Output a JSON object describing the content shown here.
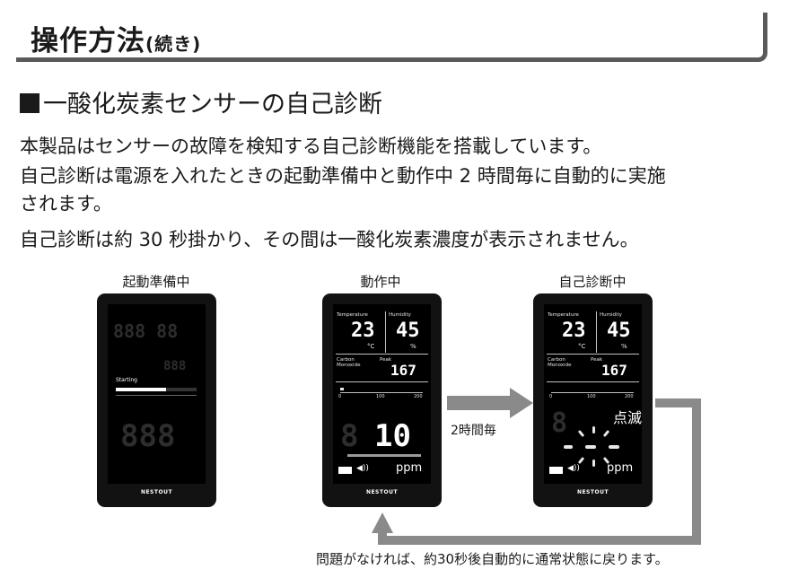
{
  "header": {
    "title": "操作方法",
    "title_suffix": "(続き)"
  },
  "section_title": "一酸化炭素センサーの自己診断",
  "paragraphs": [
    "本製品はセンサーの故障を検知する自己診断機能を搭載しています。",
    "自己診断は電源を入れたときの起動準備中と動作中 2 時間毎に自動的に実施",
    "されます。",
    "自己診断は約 30 秒掛かり、その間は一酸化炭素濃度が表示されません。"
  ],
  "panels": [
    {
      "caption": "起動準備中",
      "brand": "NESTOUT",
      "status_text": "Starting",
      "progress": 0.62
    },
    {
      "caption": "動作中",
      "brand": "NESTOUT",
      "temperature_label": "Temperature",
      "temperature_value": "23",
      "temperature_unit": "°C",
      "humidity_label": "Humidity",
      "humidity_value": "45",
      "humidity_unit": "%",
      "co_label_line1": "Carbon",
      "co_label_line2": "Monoxide",
      "peak_label": "Peak",
      "peak_value": "167",
      "scale_ticks": [
        "0",
        "100",
        "200"
      ],
      "co_value": "10",
      "co_unit": "ppm"
    },
    {
      "caption": "自己診断中",
      "brand": "NESTOUT",
      "temperature_label": "Temperature",
      "temperature_value": "23",
      "temperature_unit": "°C",
      "humidity_label": "Humidity",
      "humidity_value": "45",
      "humidity_unit": "%",
      "co_label_line1": "Carbon",
      "co_label_line2": "Monoxide",
      "peak_label": "Peak",
      "peak_value": "167",
      "scale_ticks": [
        "0",
        "100",
        "200"
      ],
      "co_unit": "ppm",
      "blink_label": "点滅"
    }
  ],
  "arrow_label": "2時間毎",
  "return_note": "問題がなければ、約30秒後自動的に通常状態に戻ります。"
}
